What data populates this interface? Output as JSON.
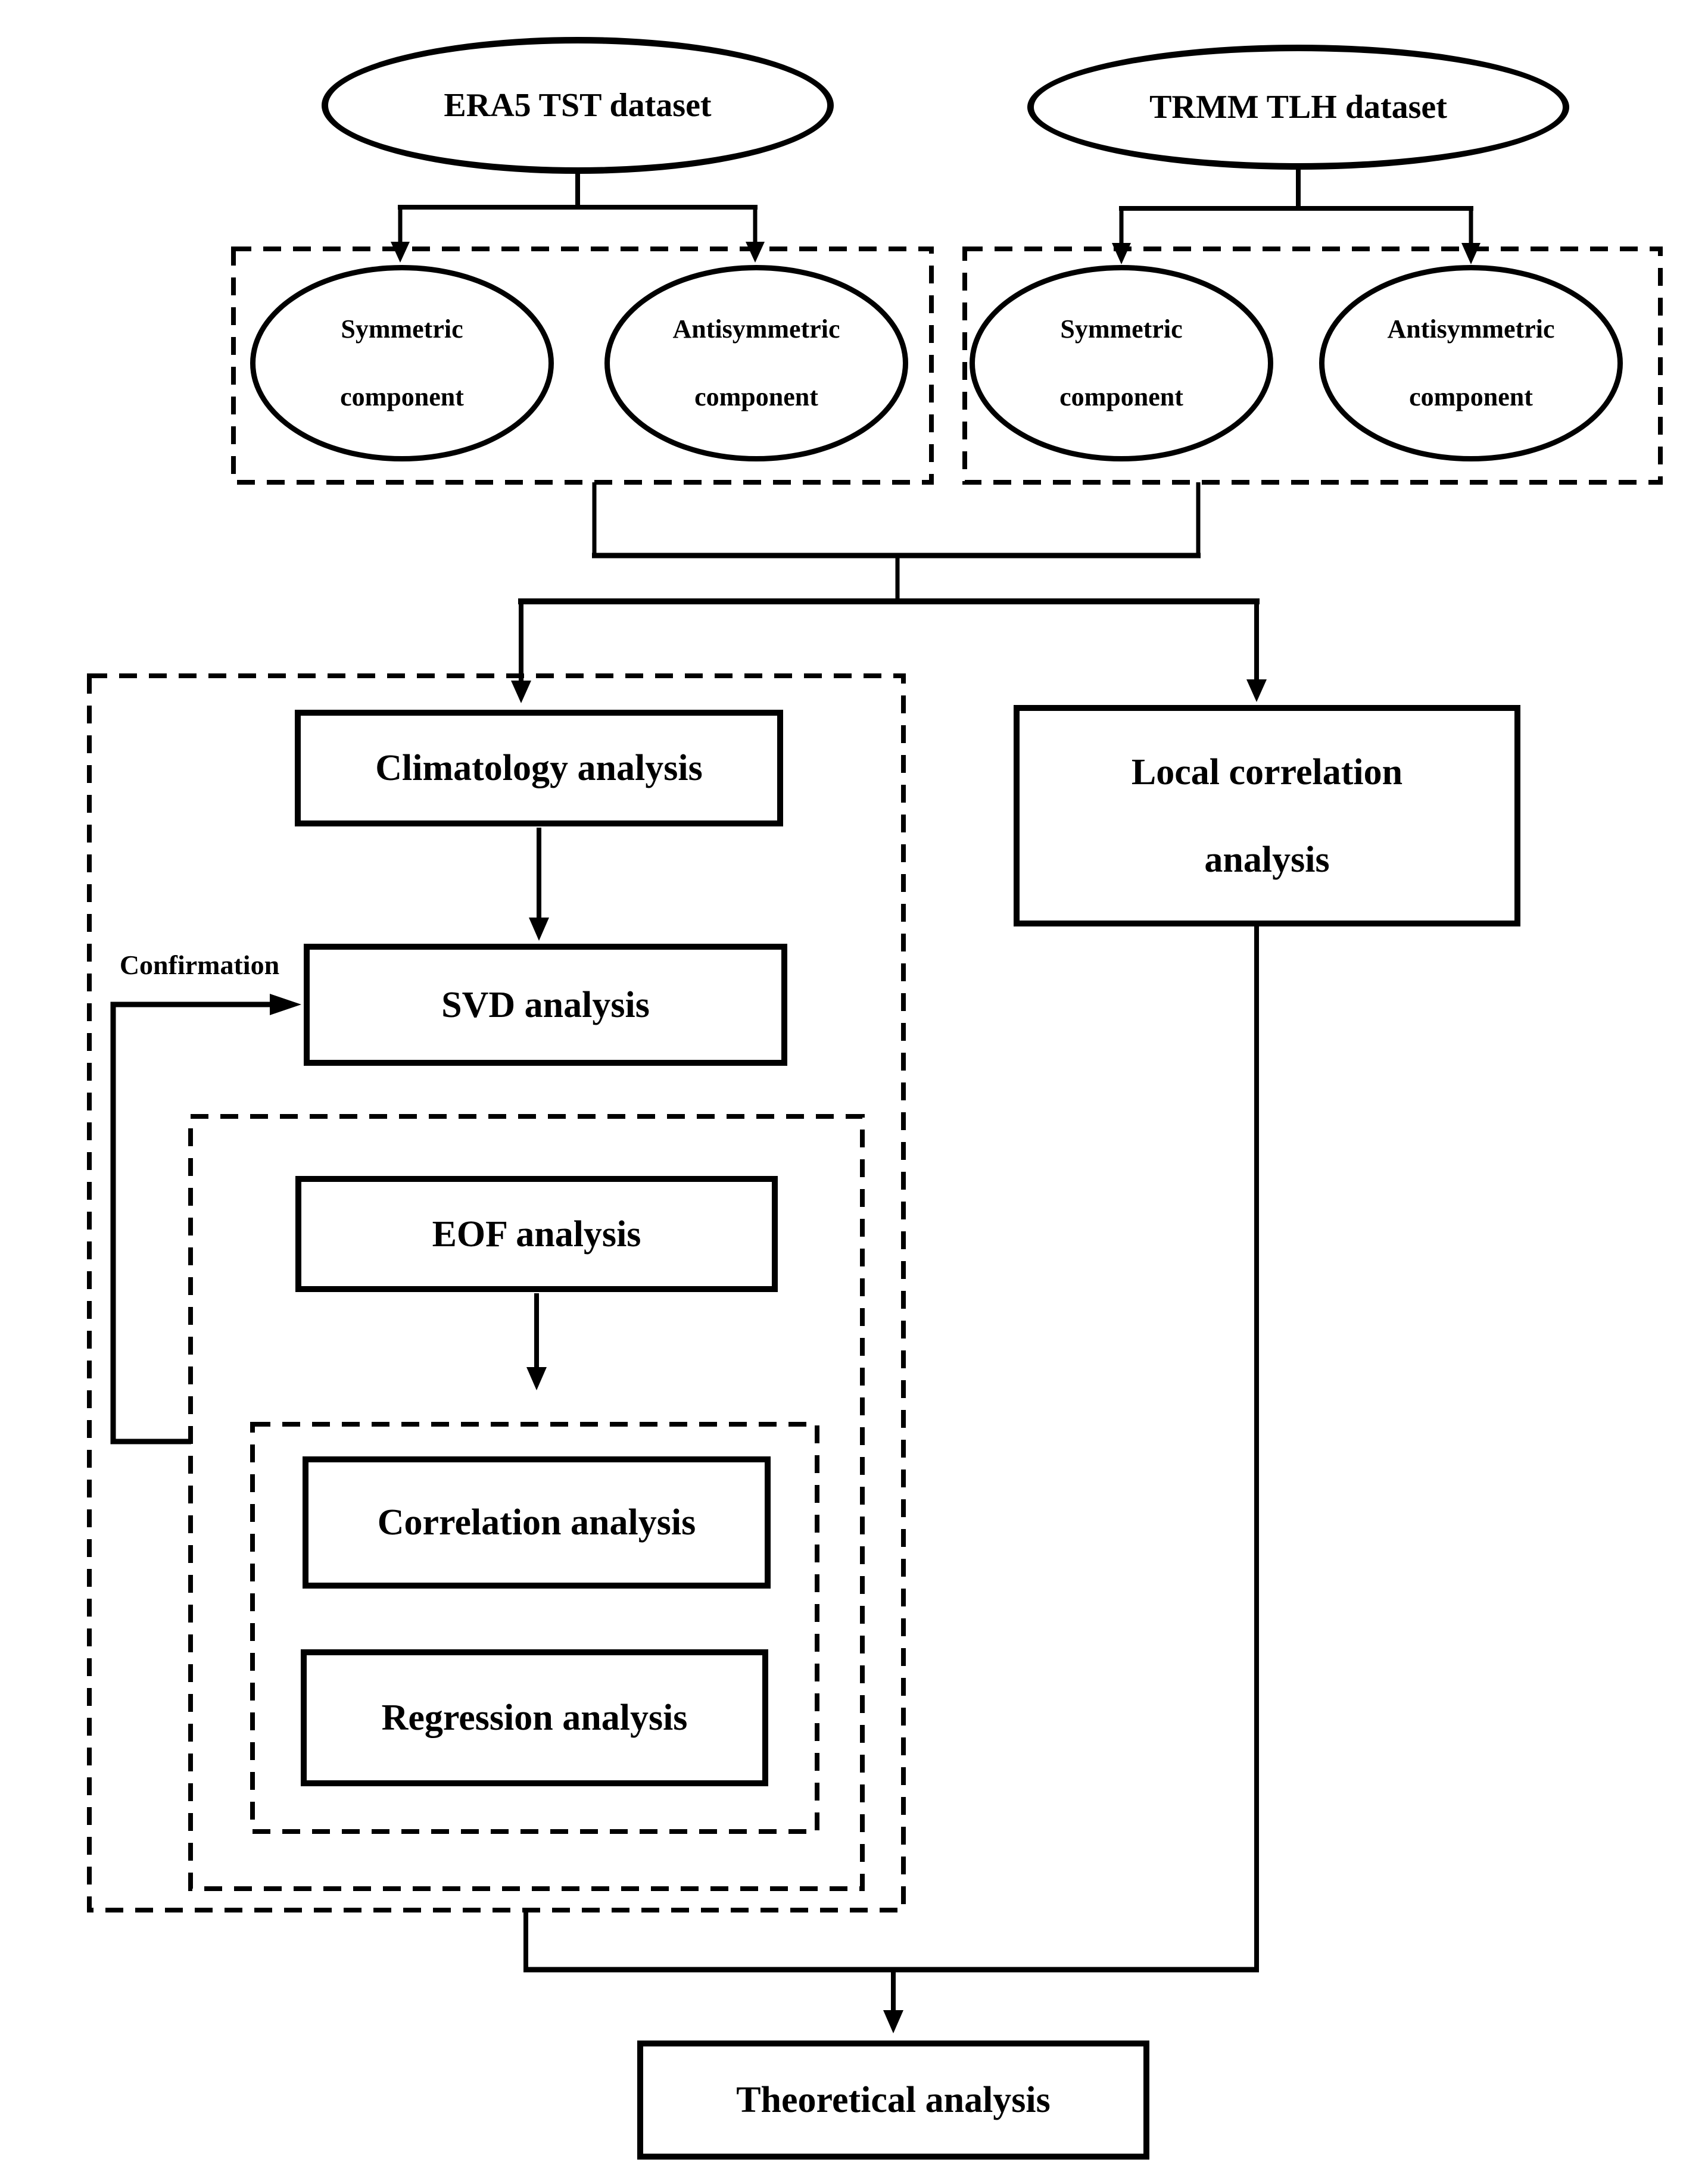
{
  "page": {
    "background": "#ffffff",
    "line_color": "#000000",
    "text_color": "#000000"
  },
  "datasets": {
    "era5": "ERA5 TST dataset",
    "trmm": "TRMM TLH dataset"
  },
  "components": {
    "symmetric_line1": "Symmetric",
    "symmetric_line2": "component",
    "antisymmetric_line1": "Antisymmetric",
    "antisymmetric_line2": "component"
  },
  "analyses": {
    "climatology": "Climatology analysis",
    "svd": "SVD analysis",
    "eof": "EOF analysis",
    "correlation": "Correlation analysis",
    "regression": "Regression analysis",
    "local_correlation_line1": "Local correlation",
    "local_correlation_line2": "analysis",
    "theoretical": "Theoretical analysis"
  },
  "annotations": {
    "confirmation": "Confirmation"
  }
}
